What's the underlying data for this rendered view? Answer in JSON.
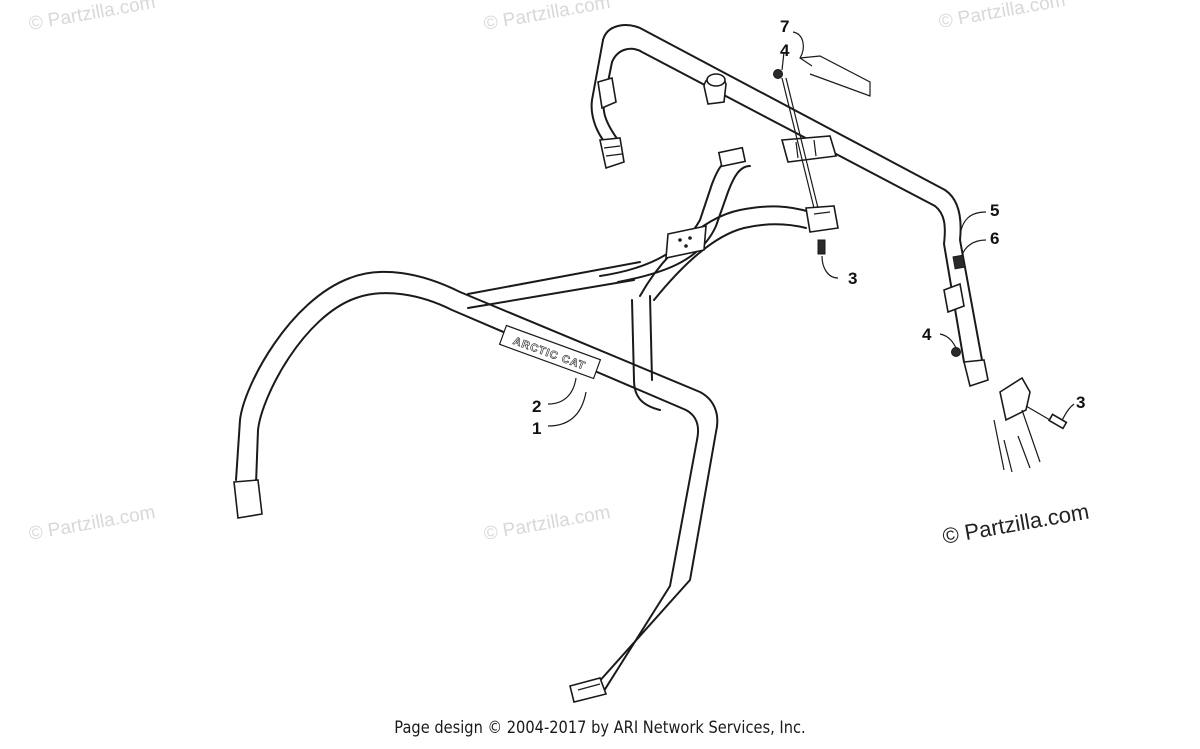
{
  "watermark": {
    "faint": "© Partzilla.com",
    "main": "© Partzilla.com"
  },
  "callouts": {
    "c1": "1",
    "c2": "2",
    "c3a": "3",
    "c3b": "3",
    "c4a": "4",
    "c4b": "4",
    "c5": "5",
    "c6": "6",
    "c7": "7"
  },
  "decal_text": "ARCTIC CAT",
  "footer": "Page design © 2004-2017 by ARI Network Services, Inc.",
  "colors": {
    "line": "#1a1a1a",
    "watermark": "#d8d8d8",
    "background": "#ffffff"
  }
}
